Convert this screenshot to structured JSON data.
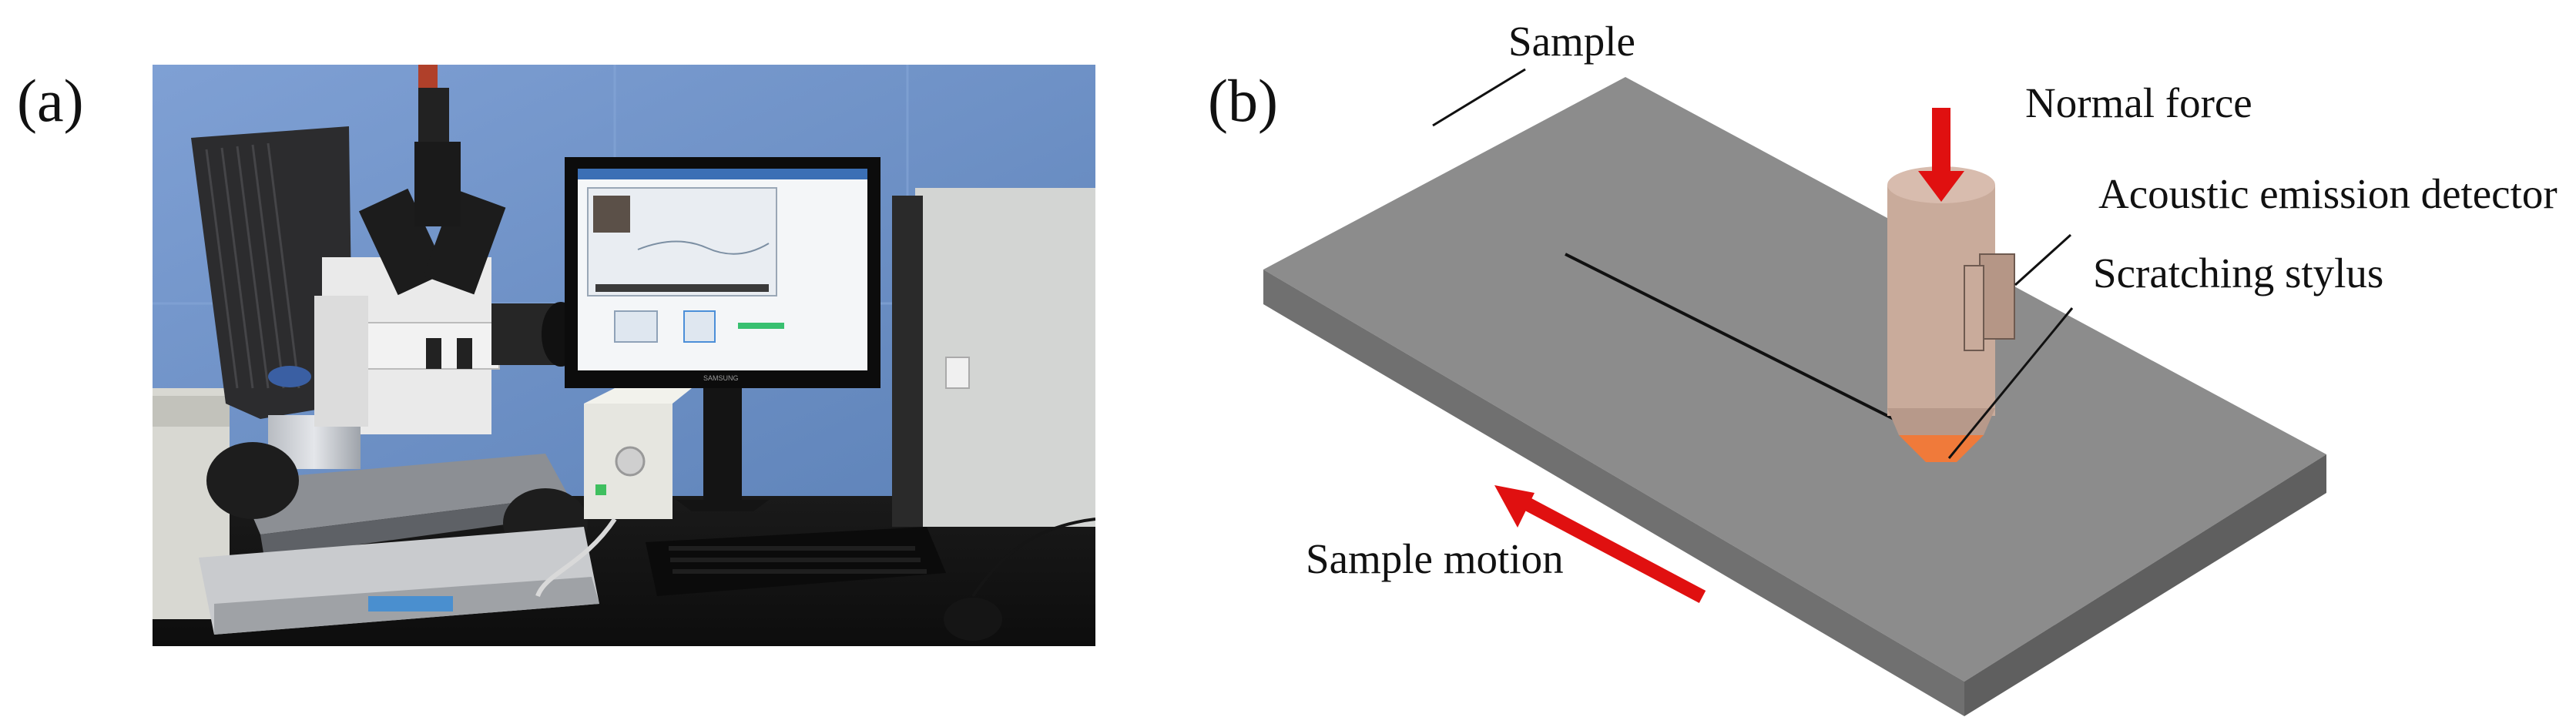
{
  "panels": {
    "a": {
      "label": "(a)"
    },
    "b": {
      "label": "(b)"
    }
  },
  "annotations": {
    "sample": "Sample",
    "normal_force": "Normal force",
    "acoustic": "Acoustic emission detector",
    "stylus": "Scratching stylus",
    "motion": "Sample motion"
  },
  "colors": {
    "plate_top": "#8d8d8d",
    "plate_front": "#6f6f6f",
    "plate_side": "#5f5f5f",
    "detector_body": "#c8a999",
    "stylus_tip": "#f07a3a",
    "arrow_red": "#e01010",
    "photo_wall": "#6f93c8"
  },
  "photo": {
    "monitor_text": "SAMSUNG"
  }
}
